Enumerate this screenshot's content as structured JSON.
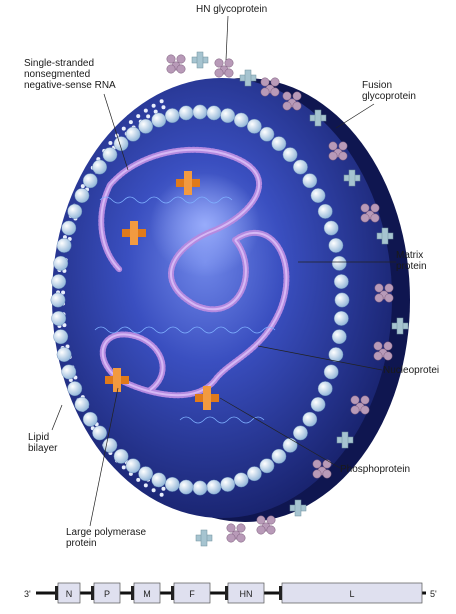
{
  "labels": {
    "hn_glycoprotein": "HN glycoprotein",
    "single_stranded": "Single-stranded\nnonsegmented\nnegative-sense RNA",
    "fusion_glycoprotein": "Fusion\nglycoprotein",
    "matrix_protein": "Matrix\nprotein",
    "nucleoprotein": "Nucleoprotei",
    "phosphoprotein": "Phosphoprotein",
    "lipid_bilayer": "Lipid\nbilayer",
    "large_polymerase": "Large polymerase\nprotein"
  },
  "genome": {
    "end_3": "3'",
    "end_5": "5'",
    "genes": [
      "N",
      "P",
      "M",
      "F",
      "HN",
      "L"
    ]
  },
  "colors": {
    "virion_dark": "#141d63",
    "virion_mid": "#2a3aa6",
    "virion_light": "#6f86e8",
    "matrix_bead": "#b8d6f0",
    "nucleocapsid": "#b48ae0",
    "phospho": "#e07a1a",
    "hn_spike": "#b89ab8",
    "fusion_spike": "#a6c4d0",
    "gene_box": "#dfe0ef"
  }
}
